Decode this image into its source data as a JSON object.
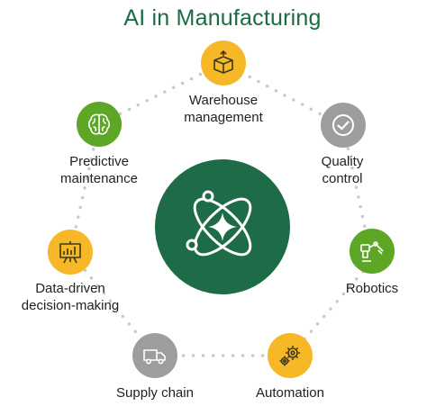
{
  "title": "AI in Manufacturing",
  "colors": {
    "title": "#1b6b43",
    "center": "#1e6b47",
    "yellow": "#f6b826",
    "green": "#5da626",
    "gray": "#9d9d9d",
    "dots": "#c9c9c9"
  },
  "items": [
    {
      "id": "warehouse",
      "label": "Warehouse management",
      "line1": "Warehouse",
      "line2": "management",
      "color": "yellow",
      "icon": "package-icon"
    },
    {
      "id": "quality",
      "label": "Quality control",
      "line1": "Quality",
      "line2": "control",
      "color": "gray",
      "icon": "check-circle-icon"
    },
    {
      "id": "robotics",
      "label": "Robotics",
      "line1": "Robotics",
      "color": "green",
      "icon": "robot-arm-icon"
    },
    {
      "id": "automation",
      "label": "Automation",
      "line1": "Automation",
      "color": "yellow",
      "icon": "gears-icon"
    },
    {
      "id": "supply",
      "label": "Supply chain",
      "line1": "Supply chain",
      "color": "gray",
      "icon": "truck-icon"
    },
    {
      "id": "data",
      "label": "Data-driven decision-making",
      "line1": "Data-driven",
      "line2": "decision-making",
      "color": "yellow",
      "icon": "chart-board-icon"
    },
    {
      "id": "predictive",
      "label": "Predictive maintenance",
      "line1": "Predictive",
      "line2": "maintenance",
      "color": "green",
      "icon": "brain-icon"
    }
  ],
  "center_icon": "ai-atom-icon"
}
